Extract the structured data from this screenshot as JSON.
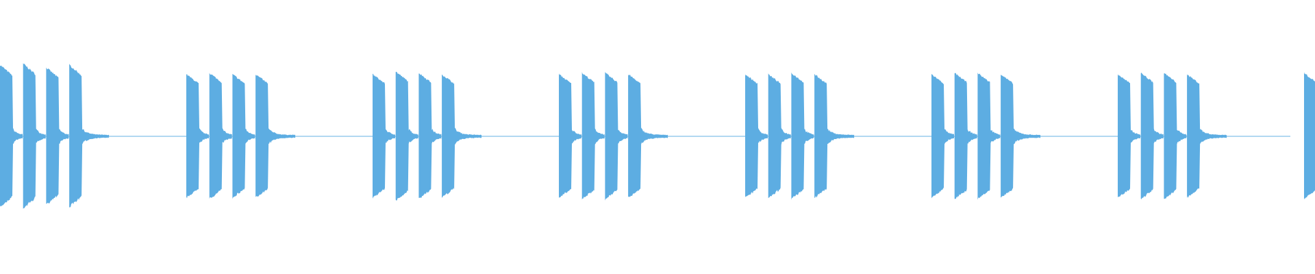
{
  "chart_data": {
    "type": "area",
    "title": "",
    "xlabel": "",
    "ylabel": "",
    "ylim": [
      -1,
      1
    ],
    "grid": false,
    "legend": "none",
    "color": "#5dade2",
    "background": "#ffffff",
    "groups": [
      {
        "bursts": [
          0.53,
          0.54,
          0.51,
          0.53
        ]
      },
      {
        "bursts": [
          0.46,
          0.47,
          0.46,
          0.46
        ]
      },
      {
        "bursts": [
          0.46,
          0.48,
          0.47,
          0.46
        ]
      },
      {
        "bursts": [
          0.46,
          0.47,
          0.47,
          0.46
        ]
      },
      {
        "bursts": [
          0.46,
          0.46,
          0.47,
          0.46
        ]
      },
      {
        "bursts": [
          0.46,
          0.47,
          0.47,
          0.46
        ]
      },
      {
        "bursts": [
          0.46,
          0.47,
          0.47,
          0.46
        ]
      },
      {
        "bursts": [
          0.47
        ]
      }
    ],
    "burst_decay": 0.85,
    "tail_amplitude": 0.05
  }
}
